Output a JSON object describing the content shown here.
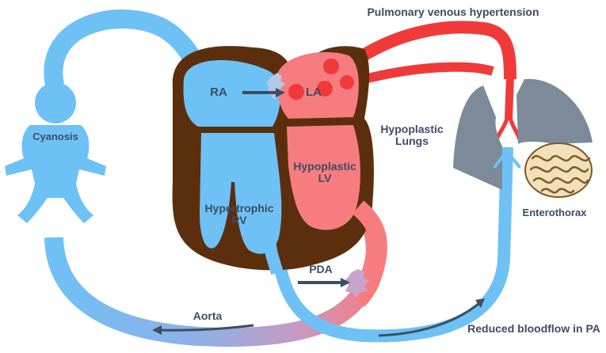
{
  "labels": {
    "pulmonary_venous_hypertension": "Pulmonary venous hypertension",
    "ra": "RA",
    "la": "LA",
    "cyanosis": "Cyanosis",
    "hypoplastic_lungs": "Hypoplastic\nLungs",
    "hypoplastic_lv": "Hypoplastic\nLV",
    "hypertrophic_rv": "Hypertrophic\nRV",
    "enterothorax": "Enterothorax",
    "pda": "PDA",
    "aorta": "Aorta",
    "reduced_bloodflow": "Reduced bloodflow in PA"
  },
  "colors": {
    "deoxygenated_blue": "#6ec1f5",
    "oxygenated_red": "#f77c80",
    "pulmonary_red": "#f03a3a",
    "myocardium_brown": "#5b2f0d",
    "lung_gray": "#7d8a9a",
    "text_slate": "#3d4d63",
    "intestine_tan": "#f3dfb8"
  }
}
